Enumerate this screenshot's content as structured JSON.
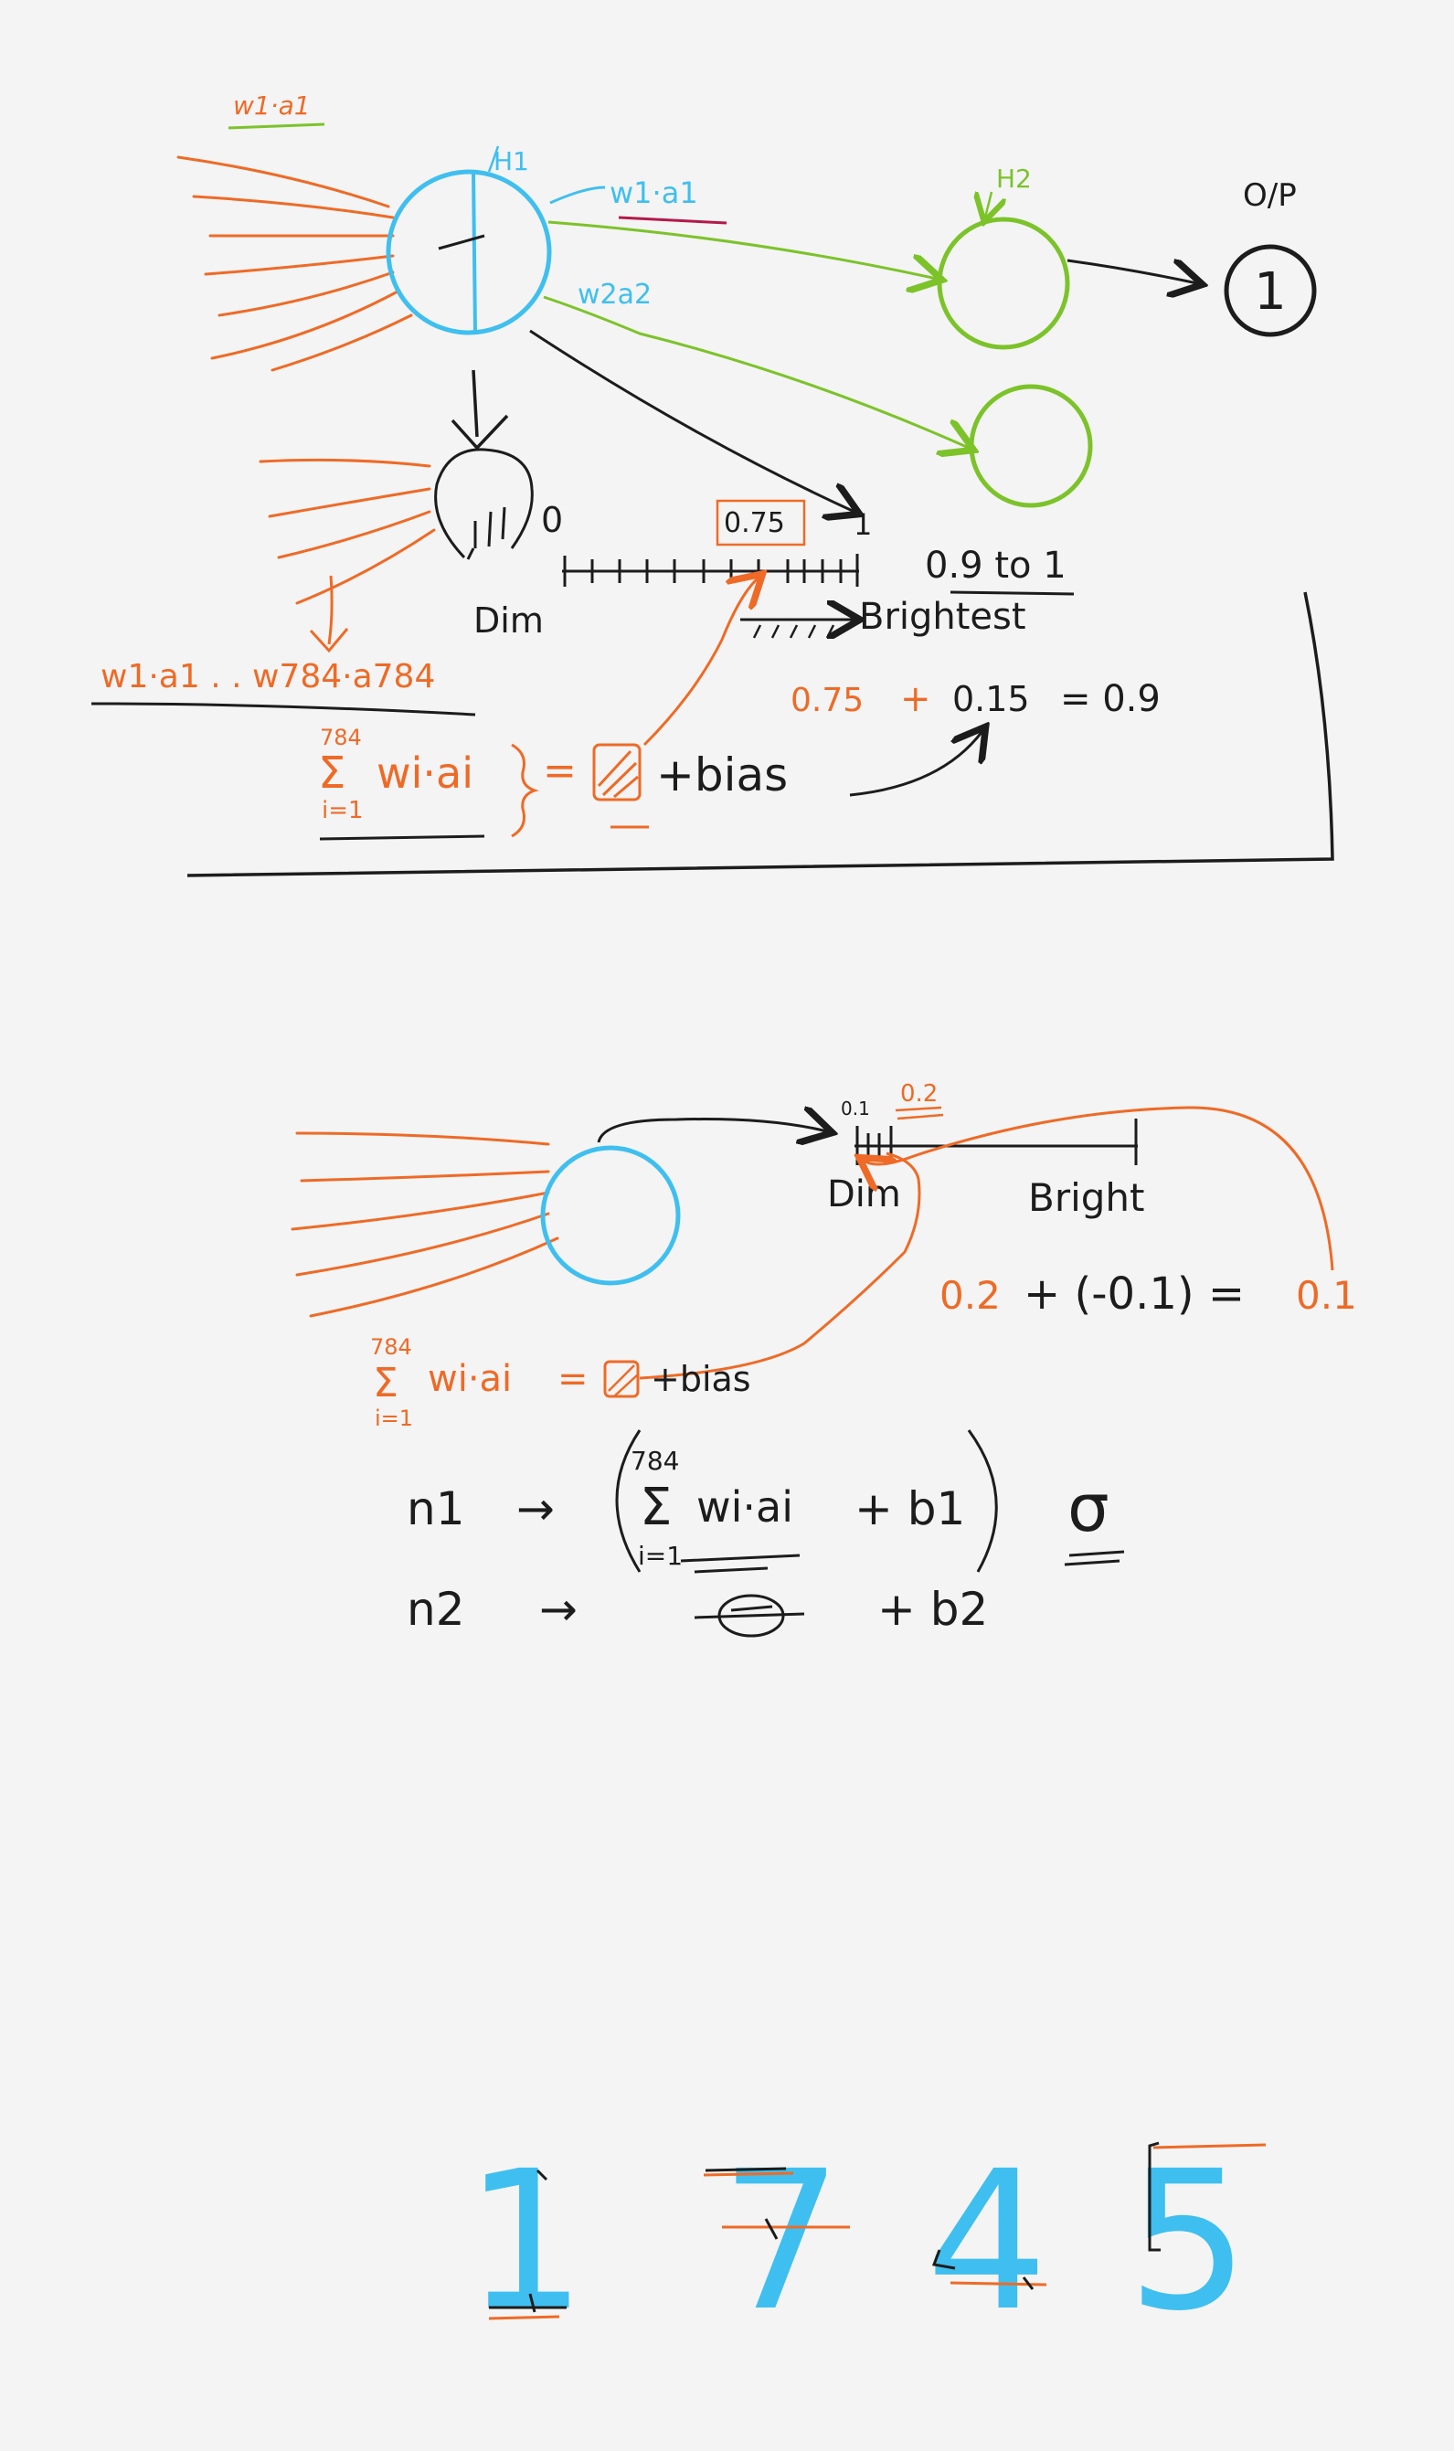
{
  "colors": {
    "blue": "#3fbfef",
    "green": "#7cc32a",
    "orange": "#ef6a26",
    "black": "#1c1c1c",
    "maroon": "#b3194a",
    "background": "#f4f4f4"
  },
  "top": {
    "input_weight_label": "w1·a1",
    "h1_label": "H1",
    "h2_label": "H2",
    "edge1_label": "w1·a1",
    "edge2_label": "w2a2",
    "output_label": "O/P",
    "output_value": "1",
    "scale_zero": "0",
    "scale_marker": "0.75",
    "scale_one": "1",
    "dim_label": "Dim",
    "brightest_label": "Brightest",
    "range_label": "0.9 to 1",
    "weights_list": "w1·a1 . . w784·a784",
    "sum_upper": "784",
    "sum_symbol": "Σ",
    "sum_body": "wi·ai",
    "sum_lower": "i=1",
    "equals": "=",
    "plus_bias": "+bias",
    "eq_a": "0.75",
    "eq_plus": "+",
    "eq_b": "0.15",
    "eq_result": "= 0.9"
  },
  "bottom": {
    "scale_small_a": "0.1",
    "scale_small_b": "0.2",
    "dim_label": "Dim",
    "bright_label": "Bright",
    "eq_a": "0.2",
    "eq_b": "+ (-0.1) =",
    "eq_result": "0.1",
    "sum_upper": "784",
    "sum_symbol": "Σ",
    "sum_body": "wi·ai",
    "sum_lower": "i=1",
    "equals": "=",
    "plus_bias": "+bias"
  },
  "formula": {
    "n1": "n1",
    "n1_arrow": "→",
    "n1_sum_upper": "784",
    "n1_sum_symbol": "Σ",
    "n1_sum_body": "wi·ai",
    "n1_sum_lower": "i=1",
    "n1_bias": "+ b1",
    "sigma": "σ",
    "n2": "n2",
    "n2_arrow": "→",
    "n2_bias": "+ b2"
  },
  "digits": [
    "1",
    "7",
    "4",
    "5"
  ]
}
